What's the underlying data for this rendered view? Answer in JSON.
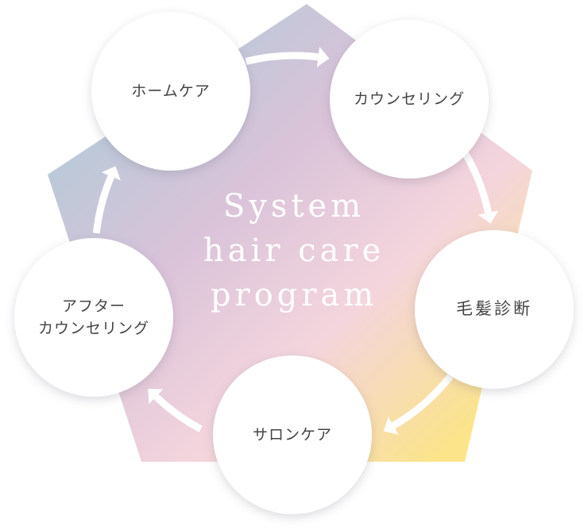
{
  "title_lines": [
    "System",
    "hair care",
    "program"
  ],
  "steps": [
    {
      "label": "ホームケア"
    },
    {
      "label": "カウンセリング"
    },
    {
      "label": "毛髪診断"
    },
    {
      "label": "サロンケア"
    },
    {
      "label_line1": "アフター",
      "label_line2": "カウンセリング"
    }
  ],
  "colors": {
    "blue": "#a9cbd6",
    "pink": "#f3d3dc",
    "purple": "#d9c2d8",
    "yellow": "#fbe58a"
  }
}
